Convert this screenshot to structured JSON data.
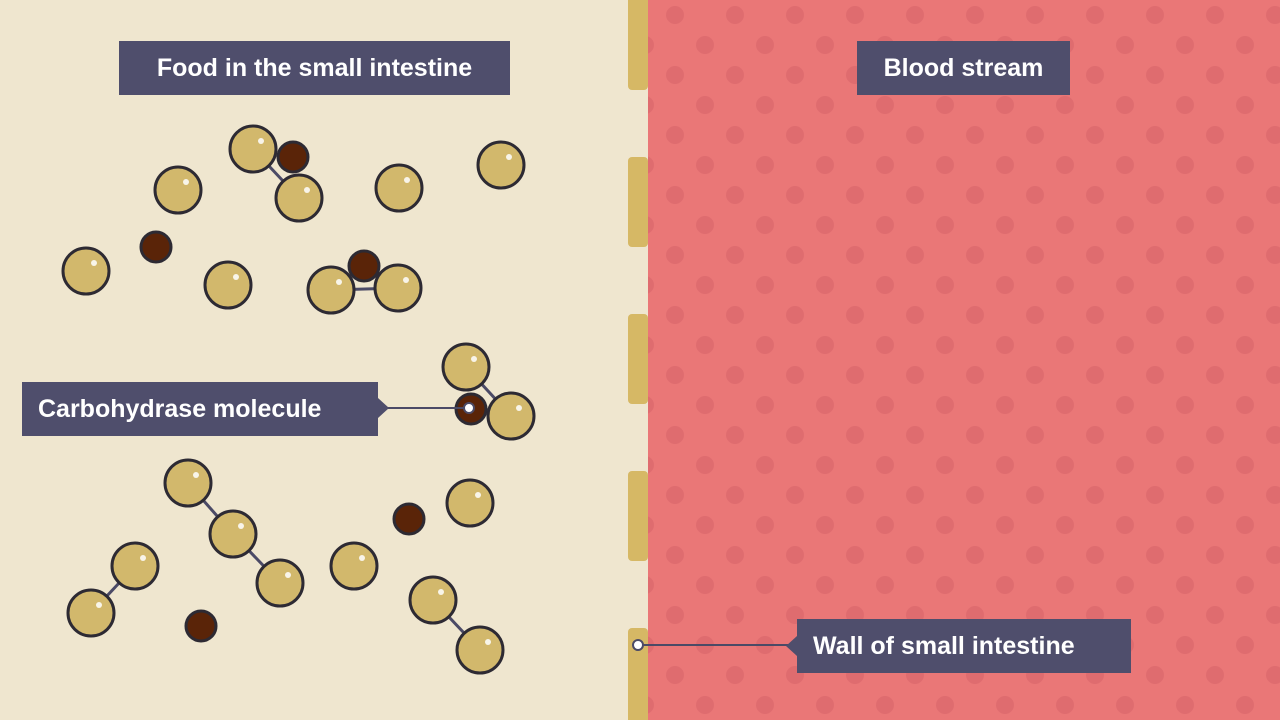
{
  "labels": {
    "food": "Food in the small intestine",
    "blood": "Blood stream",
    "carbohydrase": "Carbohydrase molecule",
    "wall": "Wall of small intestine"
  },
  "colors": {
    "intestine_background": "#efe6cf",
    "blood_background": "#ea7777",
    "blood_dots": "#df6c6f",
    "wall": "#d6b865",
    "food_molecule": "#d2b86c",
    "enzyme_molecule": "#5a2408",
    "outline": "#2d2a33",
    "label_background": "#4f4e6c",
    "label_text": "#ffffff"
  }
}
